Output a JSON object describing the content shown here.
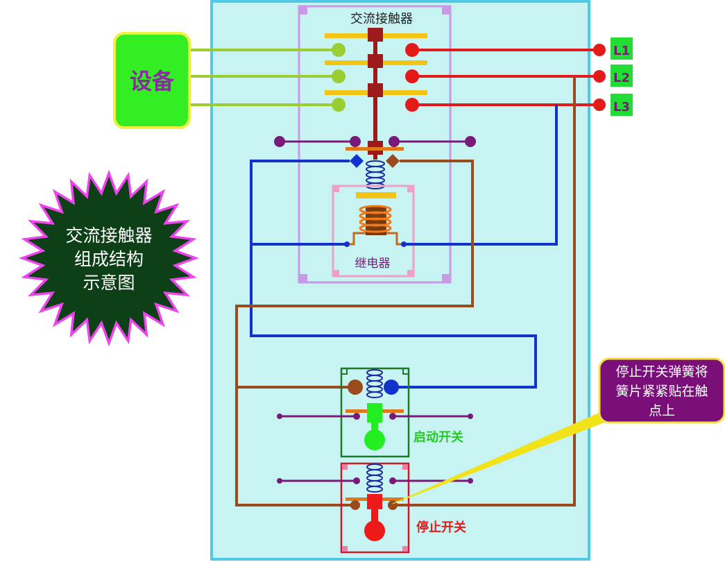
{
  "diagram": {
    "contactor_title": "交流接触器",
    "equipment_label": "设备",
    "phase_labels": [
      "L1",
      "L2",
      "L3"
    ],
    "relay_label": "继电器",
    "start_switch_label": "启动开关",
    "stop_switch_label": "停止开关",
    "star_lines": [
      "交流接触器",
      "组成结构",
      "示意图"
    ],
    "callout_lines": [
      "停止开关弹簧将",
      "簧片紧紧贴在触",
      "点上"
    ]
  },
  "colors": {
    "panel_bg": "#c8f3f3",
    "panel_border": "#4fc9e6",
    "green_wire": "#9acd32",
    "red_wire": "#e31a1a",
    "blue_wire": "#1133cc",
    "brown_wire": "#9b4a1c",
    "purple_wire": "#7a1a78",
    "contact_bar": "#f2c416",
    "equipment_fill": "#33ee22",
    "phase_fill": "#22dd33",
    "star_outer": "#ee44ee",
    "star_inner": "#0d4016",
    "callout_fill": "#7a0f7a"
  }
}
